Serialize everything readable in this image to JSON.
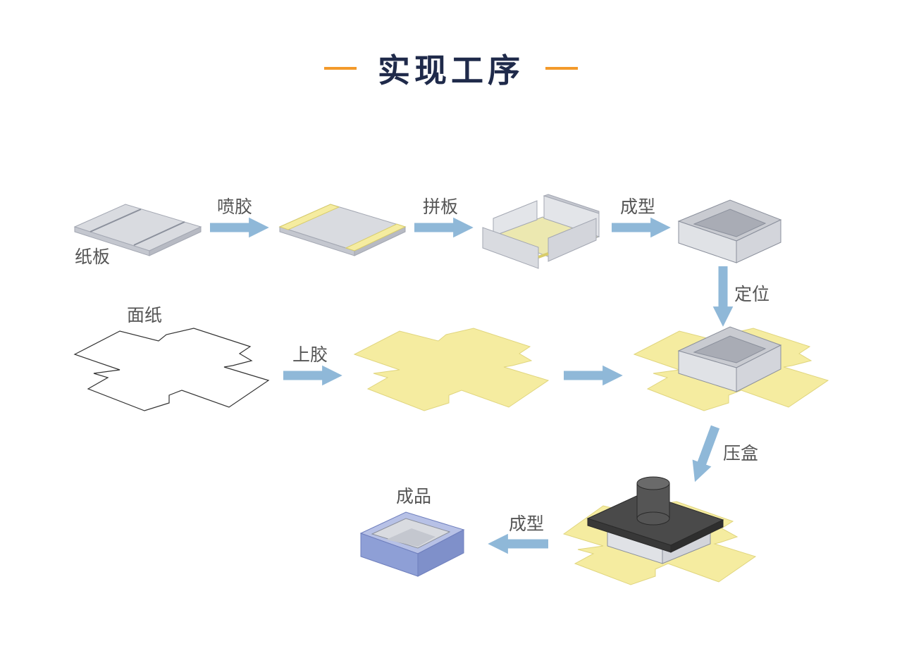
{
  "title": "实现工序",
  "colors": {
    "accent_orange": "#f39a2b",
    "title_dark": "#1f2a4a",
    "arrow_blue": "#8fb8d8",
    "board_gray": "#d9dbe0",
    "board_edge": "#a3a7b2",
    "glue_yellow": "#f5eca0",
    "finished_blue": "#8e9fd6",
    "press_dark": "#4a4a4a"
  },
  "labels": {
    "paperboard": "纸板",
    "spray_glue": "喷胶",
    "assemble": "拼板",
    "form_1": "成型",
    "position": "定位",
    "face_paper": "面纸",
    "apply_glue": "上胶",
    "press_box": "压盒",
    "form_2": "成型",
    "product": "成品"
  }
}
